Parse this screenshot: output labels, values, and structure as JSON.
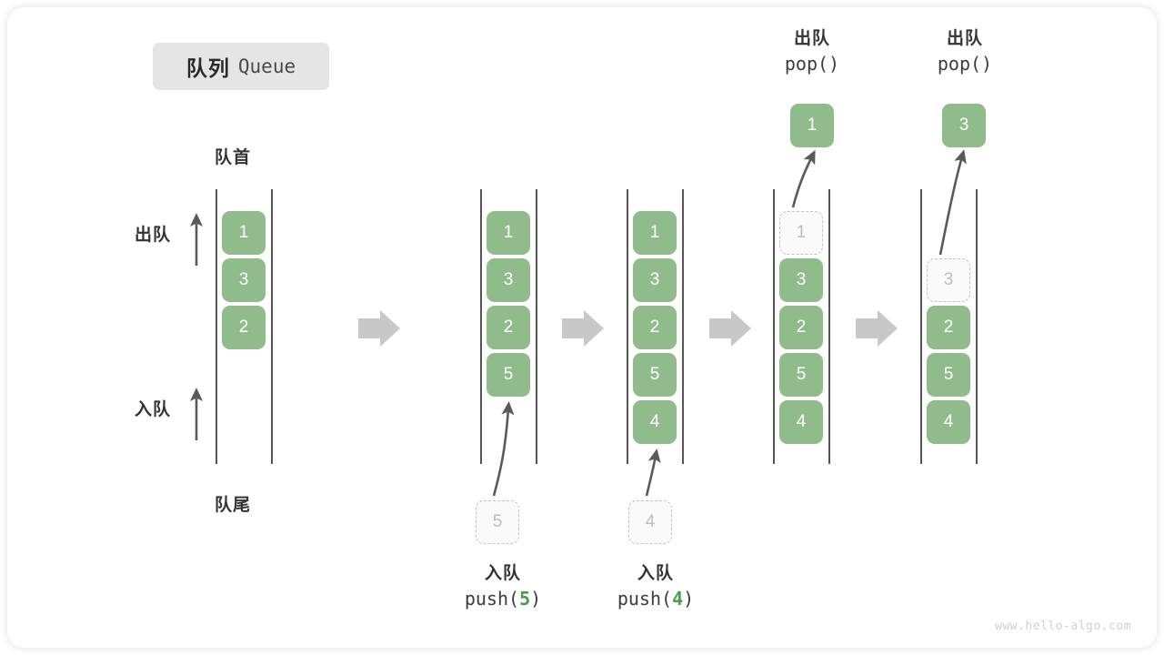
{
  "title": {
    "cn": "队列",
    "en": "Queue"
  },
  "labels": {
    "front": "队首",
    "rear": "队尾",
    "pop_side": "出队",
    "push_side": "入队"
  },
  "watermark": "www.hello-algo.com",
  "colors": {
    "element_fill": "#8fbc8a",
    "element_text": "#ffffff",
    "ghost_fill": "#fafafa",
    "ghost_border": "#c2c2c2",
    "ghost_text": "#bdbdbd",
    "rail": "#555555",
    "arrow_gray": "#c8c8c8",
    "thin_arrow": "#5a5a5a",
    "badge_bg": "#e5e5e5",
    "highlight_green": "#4a9d4a"
  },
  "steps": [
    {
      "id": "initial",
      "slots": [
        {
          "value": "1",
          "state": "filled"
        },
        {
          "value": "3",
          "state": "filled"
        },
        {
          "value": "2",
          "state": "filled"
        },
        {
          "value": "",
          "state": "empty"
        },
        {
          "value": "",
          "state": "empty"
        }
      ],
      "caption_top": null,
      "caption_bottom": null,
      "incoming": null,
      "outgoing": null
    },
    {
      "id": "after-push-5",
      "slots": [
        {
          "value": "1",
          "state": "filled"
        },
        {
          "value": "3",
          "state": "filled"
        },
        {
          "value": "2",
          "state": "filled"
        },
        {
          "value": "5",
          "state": "filled"
        },
        {
          "value": "",
          "state": "empty"
        }
      ],
      "caption_top": null,
      "caption_bottom": {
        "line1": "入队",
        "op": "push(",
        "arg": "5",
        "close": ")"
      },
      "incoming": {
        "value": "5"
      },
      "outgoing": null
    },
    {
      "id": "after-push-4",
      "slots": [
        {
          "value": "1",
          "state": "filled"
        },
        {
          "value": "3",
          "state": "filled"
        },
        {
          "value": "2",
          "state": "filled"
        },
        {
          "value": "5",
          "state": "filled"
        },
        {
          "value": "4",
          "state": "filled"
        }
      ],
      "caption_top": null,
      "caption_bottom": {
        "line1": "入队",
        "op": "push(",
        "arg": "4",
        "close": ")"
      },
      "incoming": {
        "value": "4"
      },
      "outgoing": null
    },
    {
      "id": "after-pop-1",
      "slots": [
        {
          "value": "1",
          "state": "ghost"
        },
        {
          "value": "3",
          "state": "filled"
        },
        {
          "value": "2",
          "state": "filled"
        },
        {
          "value": "5",
          "state": "filled"
        },
        {
          "value": "4",
          "state": "filled"
        }
      ],
      "caption_top": {
        "line1": "出队",
        "op": "pop()"
      },
      "caption_bottom": null,
      "incoming": null,
      "outgoing": {
        "value": "1"
      }
    },
    {
      "id": "after-pop-3",
      "slots": [
        {
          "value": "",
          "state": "empty"
        },
        {
          "value": "3",
          "state": "ghost"
        },
        {
          "value": "2",
          "state": "filled"
        },
        {
          "value": "5",
          "state": "filled"
        },
        {
          "value": "4",
          "state": "filled"
        }
      ],
      "caption_top": {
        "line1": "出队",
        "op": "pop()"
      },
      "caption_bottom": null,
      "incoming": null,
      "outgoing": {
        "value": "3"
      }
    }
  ]
}
